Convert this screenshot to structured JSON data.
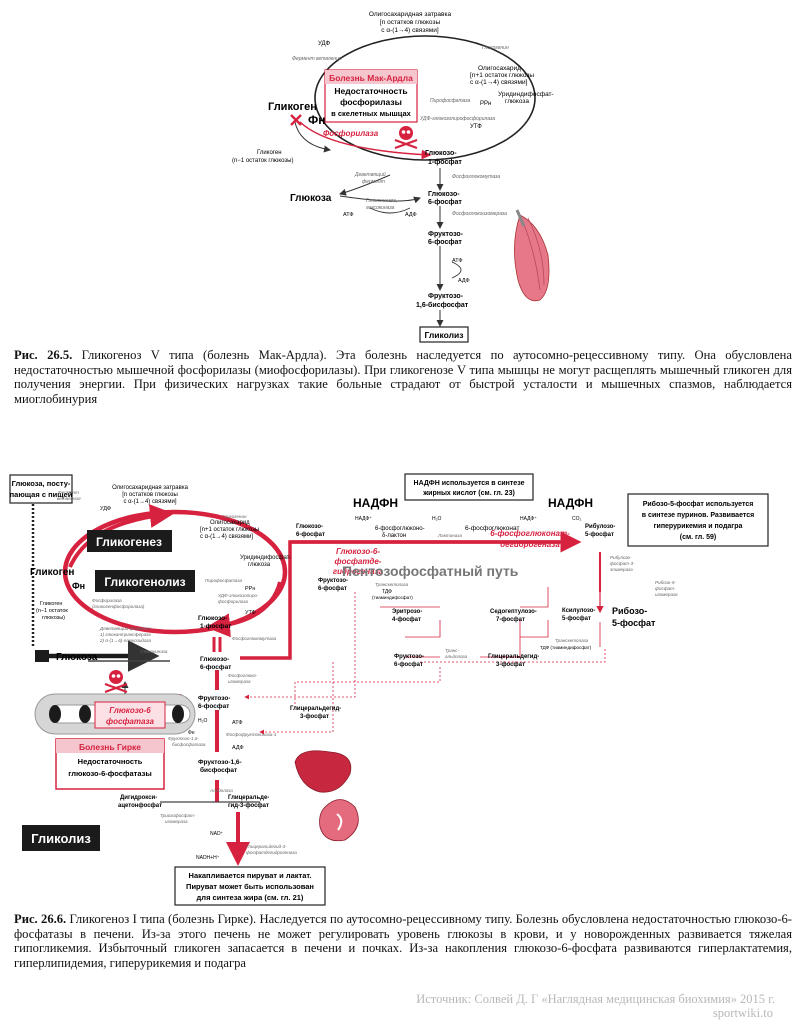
{
  "fig1": {
    "oligo_top": "Олигосахаридная затравка",
    "oligo_top2": "[n остатков глюкозы",
    "oligo_top3": "с α-(1→4) связями]",
    "oligo_mid": "Олигосахарид",
    "oligo_mid2": "[n+1 остаток глюкозы",
    "oligo_mid3": "с α-(1→4) связями]",
    "enzyme_glycogenin": "Гликогенин",
    "enzyme_branching": "Фермент ветвления",
    "udp": "УДФ",
    "disease_title": "Болезнь Мак-Ардла",
    "disease_text1": "Недостаточность",
    "disease_text2": "фосфорилазы",
    "disease_text3": "в скелетных мышцах",
    "pyrophosphatase": "Пирофосфатаза",
    "ppn": "PPн",
    "udp_glucose": "Уридиндифосфат-",
    "udp_glucose2": "глюкоза",
    "udp_glucose_enzyme": "УДФ-глюкозопирофосфорилаза",
    "utp": "УТФ",
    "glycogen": "Гликоген",
    "phi": "Фн",
    "phosphorylase": "Фосфорилаза",
    "glycogen_n1": "Гликоген",
    "glycogen_n1b": "(n−1 остаток глюкозы)",
    "g1p": "Глюкозо-",
    "g1p2": "1-фосфат",
    "debranch": "Деветвящий",
    "debranch2": "фермент",
    "phosphoglucomutase": "Фосфоглюкомутаза",
    "glucose": "Глюкоза",
    "g6p": "Глюкозо-",
    "g6p2": "6-фосфат",
    "glucokinase": "Глюкокиназа,",
    "glucokinase2": "гексокиназа",
    "atp": "АТФ",
    "adp": "АДФ",
    "isomerase": "Фосфоглюкоизомераза",
    "f6p": "Фруктозо-",
    "f6p2": "6-фосфат",
    "atp2": "АТФ",
    "adp2": "АДФ",
    "f16bp": "Фруктозо-",
    "f16bp2": "1,6-бисфосфат",
    "glycolysis": "Гликолиз"
  },
  "caption1": {
    "label": "Рис. 26.5.",
    "text": " Гликогеноз V типа (болезнь Мак-Ардла). Эта болезнь наследуется по аутосомно-рецессивному типу. Она обусловлена недостаточностью мышечной фосфорилазы (миофосфорилазы). При гликогенозе V типа мышцы не могут расщеплять мышечный гликоген для получения энергии. При физических нагрузках такие больные страдают от быстрой усталости и мышечных спазмов, наблюдается миоглобинурия"
  },
  "fig2": {
    "food_glucose": "Глюкоза, посту-",
    "food_glucose2": "пающая с пищей",
    "oligo": "Олигосахаридная затравка",
    "oligo2": "[n остатков глюкозы",
    "oligo3": "с α-(1→4) связями]",
    "branch": "Фермент",
    "branch2": "ветвления",
    "glycogenin": "Гликогенин",
    "oligo_mid": "Олигосахарид",
    "oligo_mid2": "[n+1 остаток глюкозы",
    "oligo_mid3": "с α-(1→4) связями]",
    "udp": "УДФ",
    "glycogenesis": "Гликогенез",
    "glycogenolysis": "Гликогенолиз",
    "udp_glucose": "Уридиндифосфат-",
    "udp_glucose2": "глюкоза",
    "pyrophosphatase": "Пирофосфатаза",
    "ppn": "PPн",
    "udp_glucose_enzyme": "УДФ-глюкозопиро-",
    "udp_glucose_enzyme2": "фосфорилаза",
    "utp": "УТФ",
    "glycogen": "Гликоген",
    "phi": "Фн",
    "phosphorylase": "Фосфорилаза",
    "phosphorylase2": "(гликогенфосфорилаза)",
    "glycogen_n1": "Гликоген",
    "glycogen_n1b": "(n−1 остаток",
    "glycogen_n1c": "глюкозы)",
    "g1p": "Глюкозо-",
    "g1p2": "1-фосфат",
    "debranch": "Деветвящий фермент:",
    "debranch2": "1) глюкантрансфераза",
    "debranch3": "2) α-(1→6)-глюкозидаза",
    "phosphoglucomutase": "Фосфоглюкомутаза",
    "glucose": "Глюкоза",
    "glucokinase": "Глюкокиназа",
    "g6p": "Глюкозо-",
    "g6p2": "6-фосфат",
    "g6pase": "Глюкозо-6",
    "g6pase2": "фосфатаза",
    "isomerase": "Фосфоглюко-",
    "isomerase2": "изомераза",
    "f6p": "Фруктозо-",
    "f6p2": "6-фосфат",
    "h2o": "H₂O",
    "pi": "Фн",
    "fructose_bp": "Фруктозо-1,6-",
    "fructose_bp2": "бисфосфатаза",
    "atp": "АТФ",
    "pfk": "Фосфофруктокиназа-1",
    "adp": "АДФ",
    "f16bp": "Фруктозо-1,6-",
    "f16bp2": "бисфосфат",
    "disease_title": "Болезнь Гирке",
    "disease_text1": "Недостаточность",
    "disease_text2": "глюкозо-6-фосфатазы",
    "aldolase": "Альдолаза",
    "dhap": "Дигидрокси-",
    "dhap2": "ацетонфосфат",
    "gap": "Глицеральде-",
    "gap2": "гид-3-фосфат",
    "tpi": "Триозофосфат-",
    "tpi2": "изомераза",
    "nad": "NAD⁺",
    "nadh": "NADH+H⁺",
    "gapdh": "Глицеральдегид-3-",
    "gapdh2": "фосфатдегидрогеназа",
    "glycolysis": "Гликолиз",
    "result": "Накапливается пируват и лактат.",
    "result2": "Пируват может быть использован",
    "result3": "для синтеза жира (см. гл. 21)",
    "nadph_box": "НАДФН используется в синтезе",
    "nadph_box2": "жирных кислот (см. гл. 23)",
    "nadph1": "НАДФН",
    "nadph2": "НАДФН",
    "nadp1": "НАДФ⁺",
    "nadp2": "НАДФ⁺",
    "h2o_2": "H₂O",
    "co2": "CO₂",
    "g6p_pp": "Глюкозо-",
    "g6p_pp2": "6-фосфат",
    "pgl": "6-фосфоглюконо-",
    "pgl2": "δ-лактон",
    "lactonase": "Лактоназа",
    "pg": "6-фосфоглюконат",
    "g6pdh": "Глюкозо-6-",
    "g6pdh2": "фосфатде-",
    "g6pdh3": "гидрогеназа",
    "pgdh": "6-фосфоглюконат-",
    "pgdh2": "дегидрогеназа",
    "ru5p": "Рибулозо-",
    "ru5p2": "5-фосфат",
    "ribose_box": "Рибозо-5-фосфат используется",
    "ribose_box2": "в синтезе пуринов. Развивается",
    "ribose_box3": "гиперурикемия и подагра",
    "ribose_box4": "(см. гл. 59)",
    "pentose": "Пентозофосфатный путь",
    "f6p_pp": "Фруктозо-",
    "f6p_pp2": "6-фосфат",
    "transketolase": "Транскетолаза",
    "tpp": "ТДФ",
    "tpp2": "(тиаминдифосфат)",
    "ribulose_epim": "Рибулозо-",
    "ribulose_epim2": "фосфат-3-",
    "ribulose_epim3": "эпимераза",
    "xu5p": "Ксилулозо-",
    "xu5p2": "5-фосфат",
    "r5p": "Рибозо-",
    "r5p2": "5-фосфат",
    "ribose_isom": "Рибозо-5-",
    "ribose_isom2": "фосфат-",
    "ribose_isom3": "изомераза",
    "e4p": "Эритрозо-",
    "e4p2": "4-фосфат",
    "s7p": "Седогептулозо-",
    "s7p2": "7-фосфат",
    "transaldolase": "Транс-",
    "transaldolase2": "альдолаза",
    "f6p_pp3": "Фруктозо-",
    "f6p_pp4": "6-фосфат",
    "gap_pp": "Глицеральдегид-",
    "gap_pp2": "3-фосфат",
    "transketolase2": "Транскетолаза",
    "tpp3": "ТДФ (тиаминдифосфат)",
    "gap_low": "Глицеральдегид-",
    "gap_low2": "3-фосфат"
  },
  "caption2": {
    "label": "Рис. 26.6.",
    "text": " Гликогеноз I типа (болезнь Гирке). Наследуется по аутосомно-рецессивному типу. Болезнь обусловлена недостаточностью глюкозо-6-фосфатазы в печени. Из-за этого печень не может регулировать уровень глюкозы в крови, и у новорожденных развивается тяжелая гипогликемия. Избыточный гликоген запасается в печени и почках. Из-за накопления глюкозо-6-фосфата развиваются гиперлактатемия, гиперлипидемия, гиперурикемия и подагра"
  },
  "source": "Источник: Солвей Д. Г «Наглядная медицинская биохимия» 2015 г.",
  "site": "sportwiki.to",
  "colors": {
    "red": "#d6223f",
    "pink": "#f2a5b5",
    "dark": "#1b1b1b",
    "gray": "#888888"
  }
}
